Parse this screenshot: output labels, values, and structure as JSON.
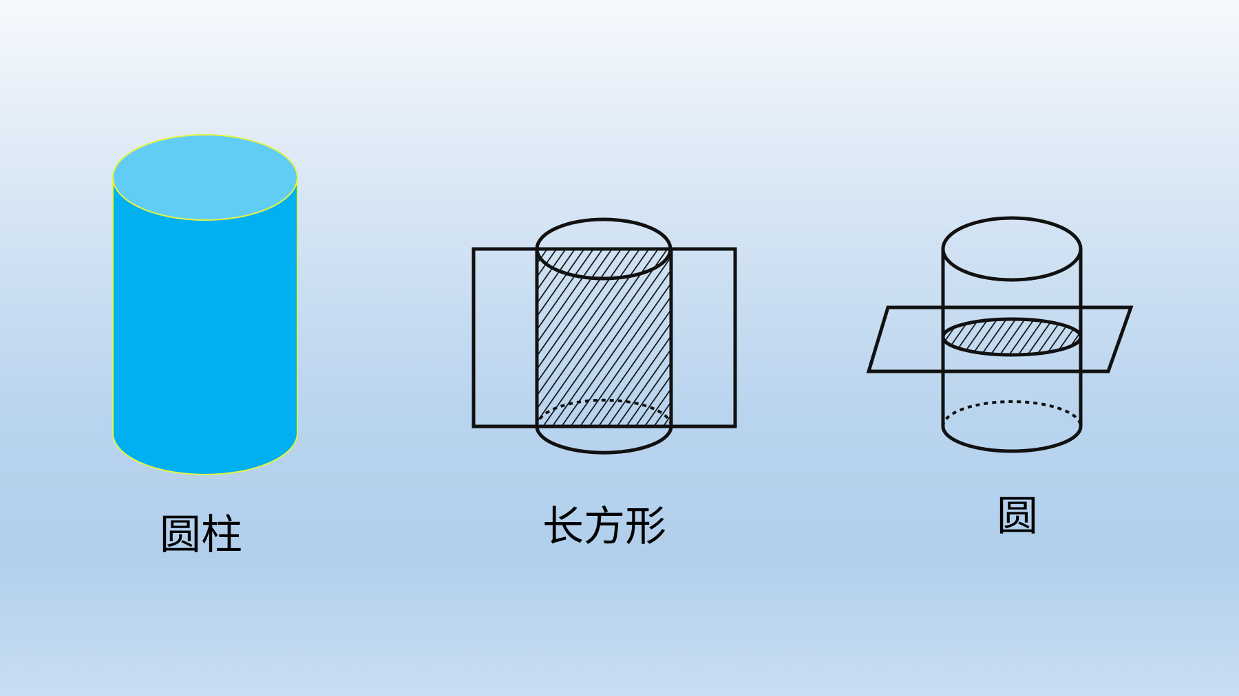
{
  "slide": {
    "colors": {
      "cylinder_body": "#00b0f0",
      "cylinder_top": "#62cdf4",
      "cylinder_outline": "#e6f542",
      "ink": "#111111"
    },
    "figures": [
      {
        "id": "solid-cylinder",
        "label": "圆柱"
      },
      {
        "id": "vertical-section",
        "label": "长方形"
      },
      {
        "id": "horizontal-section",
        "label": "圆"
      }
    ]
  }
}
